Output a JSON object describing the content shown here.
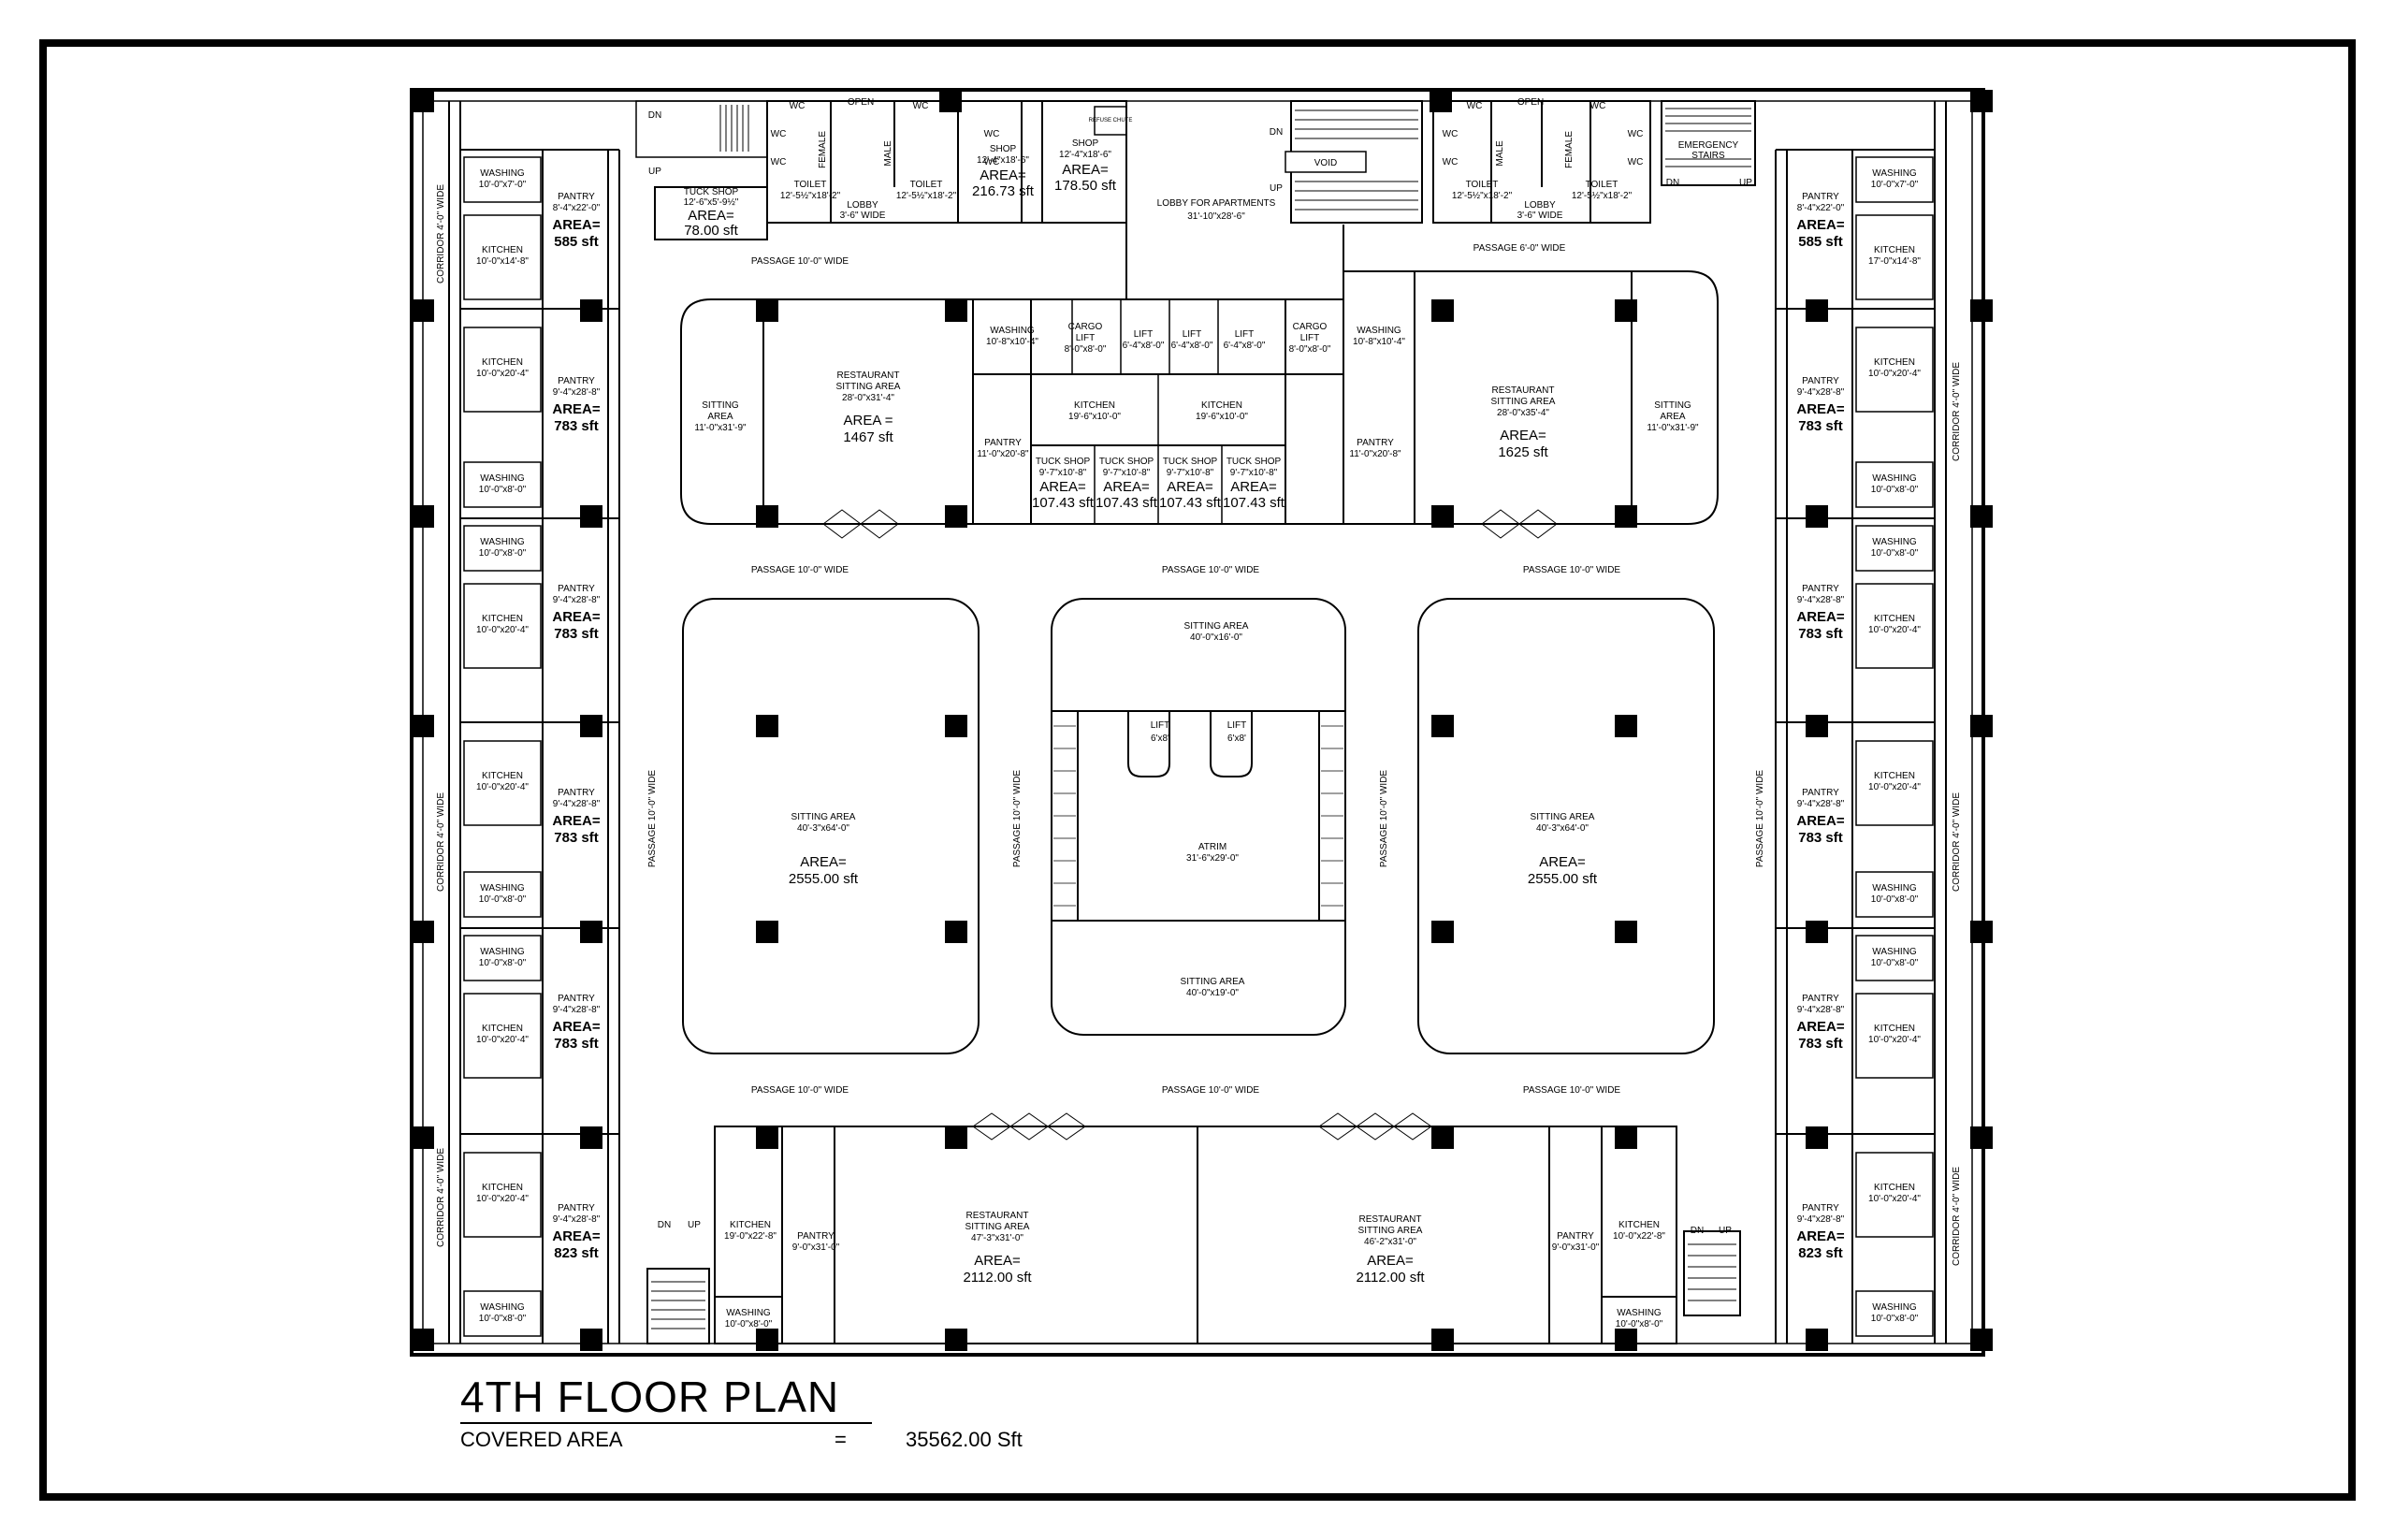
{
  "title": "4TH  FLOOR PLAN",
  "covered": {
    "label": "COVERED AREA",
    "eq": "=",
    "value": "35562.00 Sft"
  },
  "stairs": {
    "dn": "DN",
    "up": "UP",
    "emergency1": "EMERGENCY",
    "emergency2": "STAIRS",
    "void": "VOID"
  },
  "top": {
    "wc": "WC",
    "female": "FEMALE",
    "male": "MALE",
    "open": "OPEN",
    "toilet": "TOILET",
    "toilet_dim_l": "12'-5½\"x18'-2\"",
    "toilet_dim_r": "12'-5½\"x18'-2\"",
    "lobby": "LOBBY",
    "lobby_dim": "3'-6\" WIDE",
    "tuckshop": "TUCK SHOP",
    "tuckshop_dim": "12'-6\"x5'-9½\"",
    "tuckshop_area1": "AREA=",
    "tuckshop_area2": "78.00 sft",
    "shop1": "SHOP",
    "shop1_dim": "12'-4\"x18'-6\"",
    "shop1_area1": "AREA=",
    "shop1_area2": "216.73 sft",
    "shop2": "SHOP",
    "shop2_dim": "12'-4\"x18'-6\"",
    "shop2_area1": "AREA=",
    "shop2_area2": "178.50 sft",
    "refuse": "REFUSE CHUTE",
    "lobby_apt": "LOBBY FOR APARTMENTS",
    "lobby_apt_dim": "31'-10\"x28'-6\"",
    "passage10": "PASSAGE 10'-0\" WIDE",
    "passage6": "PASSAGE 6'-0\" WIDE"
  },
  "upper_block": {
    "sitting_l": "SITTING",
    "sitting_l2": "AREA",
    "sitting_l_dim": "11'-0\"x31'-9\"",
    "rest_l1": "RESTAURANT",
    "rest_l2": "SITTING AREA",
    "rest_l_dim": "28'-0\"x31'-4\"",
    "rest_l_a1": "AREA =",
    "rest_l_a2": "1467 sft",
    "washing_l": "WASHING",
    "washing_l_dim": "10'-8\"x10'-4\"",
    "cargo": "CARGO",
    "lift": "LIFT",
    "cargo_dim": "8'-0\"x8'-0\"",
    "lift_dim": "6'-4\"x8'-0\"",
    "kitchen": "KITCHEN",
    "kitchen_dim": "19'-6\"x10'-0\"",
    "pantry": "PANTRY",
    "pantry_dim": "11'-0\"x20'-8\"",
    "tuck": "TUCK SHOP",
    "tuck_dim": "9'-7\"x10'-8\"",
    "tuck_a1": "AREA=",
    "tuck_a2": "107.43 sft",
    "washing_r": "WASHING",
    "washing_r_dim": "10'-8\"x10'-4\"",
    "rest_r1": "RESTAURANT",
    "rest_r2": "SITTING AREA",
    "rest_r_dim": "28'-0\"x35'-4\"",
    "rest_r_a1": "AREA=",
    "rest_r_a2": "1625 sft",
    "sitting_r": "SITTING",
    "sitting_r2": "AREA",
    "sitting_r_dim": "11'-0\"x31'-9\""
  },
  "middle": {
    "passage": "PASSAGE 10'-0\" WIDE",
    "sit_l": "SITTING AREA",
    "sit_l_dim": "40'-3\"x64'-0\"",
    "sit_l_a1": "AREA=",
    "sit_l_a2": "2555.00 sft",
    "sit_top": "SITTING AREA",
    "sit_top_dim": "40'-0\"x16'-0\"",
    "lift": "LIFT",
    "lift_dim": "6'x8'",
    "atrim": "ATRIM",
    "atrim_dim": "31'-6\"x29'-0\"",
    "sit_bot": "SITTING AREA",
    "sit_bot_dim": "40'-0\"x19'-0\"",
    "sit_r": "SITTING AREA",
    "sit_r_dim": "40'-3\"x64'-0\"",
    "sit_r_a1": "AREA=",
    "sit_r_a2": "2555.00 sft"
  },
  "lower": {
    "kitchen_l": "KITCHEN",
    "kitchen_l_dim": "19'-0\"x22'-8\"",
    "pantry_l": "PANTRY",
    "pantry_l_dim": "9'-0\"x31'-0\"",
    "washing_l": "WASHING",
    "washing_l_dim": "10'-0\"x8'-0\"",
    "rest_l1": "RESTAURANT",
    "rest_l2": "SITTING AREA",
    "rest_l_dim": "47'-3\"x31'-0\"",
    "rest_l_a1": "AREA=",
    "rest_l_a2": "2112.00 sft",
    "rest_r1": "RESTAURANT",
    "rest_r2": "SITTING AREA",
    "rest_r_dim": "46'-2\"x31'-0\"",
    "rest_r_a1": "AREA=",
    "rest_r_a2": "2112.00 sft",
    "pantry_r": "PANTRY",
    "pantry_r_dim": "9'-0\"x31'-0\"",
    "kitchen_r": "KITCHEN",
    "kitchen_r_dim": "10'-0\"x22'-8\"",
    "washing_r": "WASHING",
    "washing_r_dim": "10'-0\"x8'-0\""
  },
  "side": {
    "corridor": "CORRIDOR 4'-0\" WIDE",
    "passage": "PASSAGE 10'-0\" WIDE",
    "area": "AREA=",
    "washing": "WASHING",
    "kitchen": "KITCHEN",
    "pantry": "PANTRY",
    "left": [
      {
        "w_dim": "10'-0\"x7'-0\"",
        "k_dim": "10'-0\"x14'-8\"",
        "p_dim": "8'-4\"x22'-0\"",
        "area": "585 sft"
      },
      {
        "w_dim": "10'-0\"x8'-0\"",
        "k_dim": "10'-0\"x20'-4\"",
        "p_dim": "9'-4\"x28'-8\"",
        "area": "783 sft"
      },
      {
        "w_dim": "10'-0\"x8'-0\"",
        "k_dim": "10'-0\"x20'-4\"",
        "p_dim": "9'-4\"x28'-8\"",
        "area": "783 sft"
      },
      {
        "w_dim": "10'-0\"x8'-0\"",
        "k_dim": "10'-0\"x20'-4\"",
        "p_dim": "9'-4\"x28'-8\"",
        "area": "783 sft"
      },
      {
        "w_dim": "10'-0\"x8'-0\"",
        "k_dim": "10'-0\"x20'-4\"",
        "p_dim": "9'-4\"x28'-8\"",
        "area": "783 sft"
      },
      {
        "w_dim": "10'-0\"x8'-0\"",
        "k_dim": "10'-0\"x20'-4\"",
        "p_dim": "9'-4\"x28'-8\"",
        "area": "823 sft"
      }
    ],
    "right": [
      {
        "w_dim": "10'-0\"x7'-0\"",
        "k_dim": "17'-0\"x14'-8\"",
        "p_dim": "8'-4\"x22'-0\"",
        "area": "585 sft"
      },
      {
        "w_dim": "10'-0\"x8'-0\"",
        "k_dim": "10'-0\"x20'-4\"",
        "p_dim": "9'-4\"x28'-8\"",
        "area": "783 sft"
      },
      {
        "w_dim": "10'-0\"x8'-0\"",
        "k_dim": "10'-0\"x20'-4\"",
        "p_dim": "9'-4\"x28'-8\"",
        "area": "783 sft"
      },
      {
        "w_dim": "10'-0\"x8'-0\"",
        "k_dim": "10'-0\"x20'-4\"",
        "p_dim": "9'-4\"x28'-8\"",
        "area": "783 sft"
      },
      {
        "w_dim": "10'-0\"x8'-0\"",
        "k_dim": "10'-0\"x20'-4\"",
        "p_dim": "9'-4\"x28'-8\"",
        "area": "783 sft"
      },
      {
        "w_dim": "10'-0\"x8'-0\"",
        "k_dim": "10'-0\"x20'-4\"",
        "p_dim": "9'-4\"x28'-8\"",
        "area": "823 sft"
      }
    ]
  }
}
